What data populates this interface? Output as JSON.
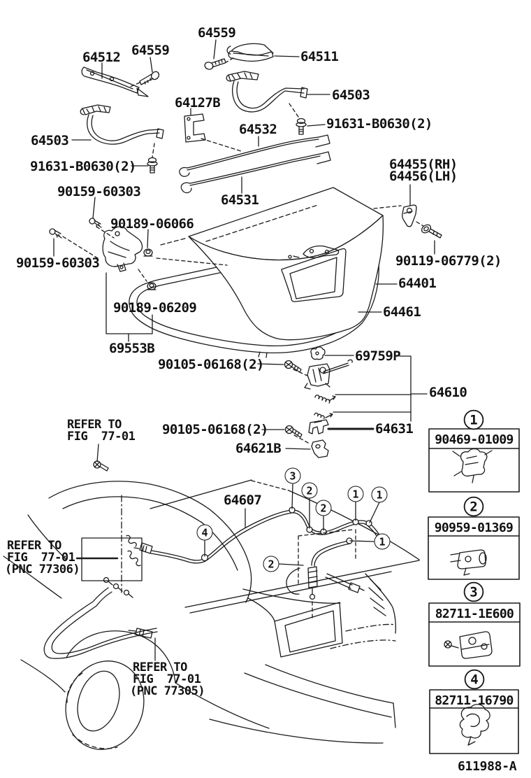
{
  "drawing_number": "611988-A",
  "callout_digits": {
    "d1": "1",
    "d2": "2",
    "d3": "3",
    "d4": "4"
  },
  "part_labels": {
    "pn64559a": "64559",
    "pn64559b": "64559",
    "pn64512": "64512",
    "pn64511": "64511",
    "pn64503r": "64503",
    "pn64503l": "64503",
    "pn64127b": "64127B",
    "pn91631r": "91631-B0630(2)",
    "pn91631l": "91631-B0630(2)",
    "pn64532": "64532",
    "pn64531": "64531",
    "pn90159a": "90159-60303",
    "pn90159b": "90159-60303",
    "pn90189a": "90189-06066",
    "pn90189b": "90189-06209",
    "pn64455": "64455(RH)",
    "pn64456": "64456(LH)",
    "pn90119": "90119-06779(2)",
    "pn64401": "64401",
    "pn64461": "64461",
    "pn69553b": "69553B",
    "pn90105a": "90105-06168(2)",
    "pn90105b": "90105-06168(2)",
    "pn69759p": "69759P",
    "pn64610": "64610",
    "pn64631": "64631",
    "pn64621b": "64621B",
    "pn64607": "64607"
  },
  "notes": {
    "refer": "REFER TO",
    "fig": "FIG  77-01",
    "pnc77306": "(PNC 77306)",
    "pnc77305": "(PNC 77305)"
  },
  "ref_parts": [
    {
      "callout": "1",
      "part_number": "90469-01009"
    },
    {
      "callout": "2",
      "part_number": "90959-01369"
    },
    {
      "callout": "3",
      "part_number": "82711-1E600"
    },
    {
      "callout": "4",
      "part_number": "82711-16790"
    }
  ]
}
